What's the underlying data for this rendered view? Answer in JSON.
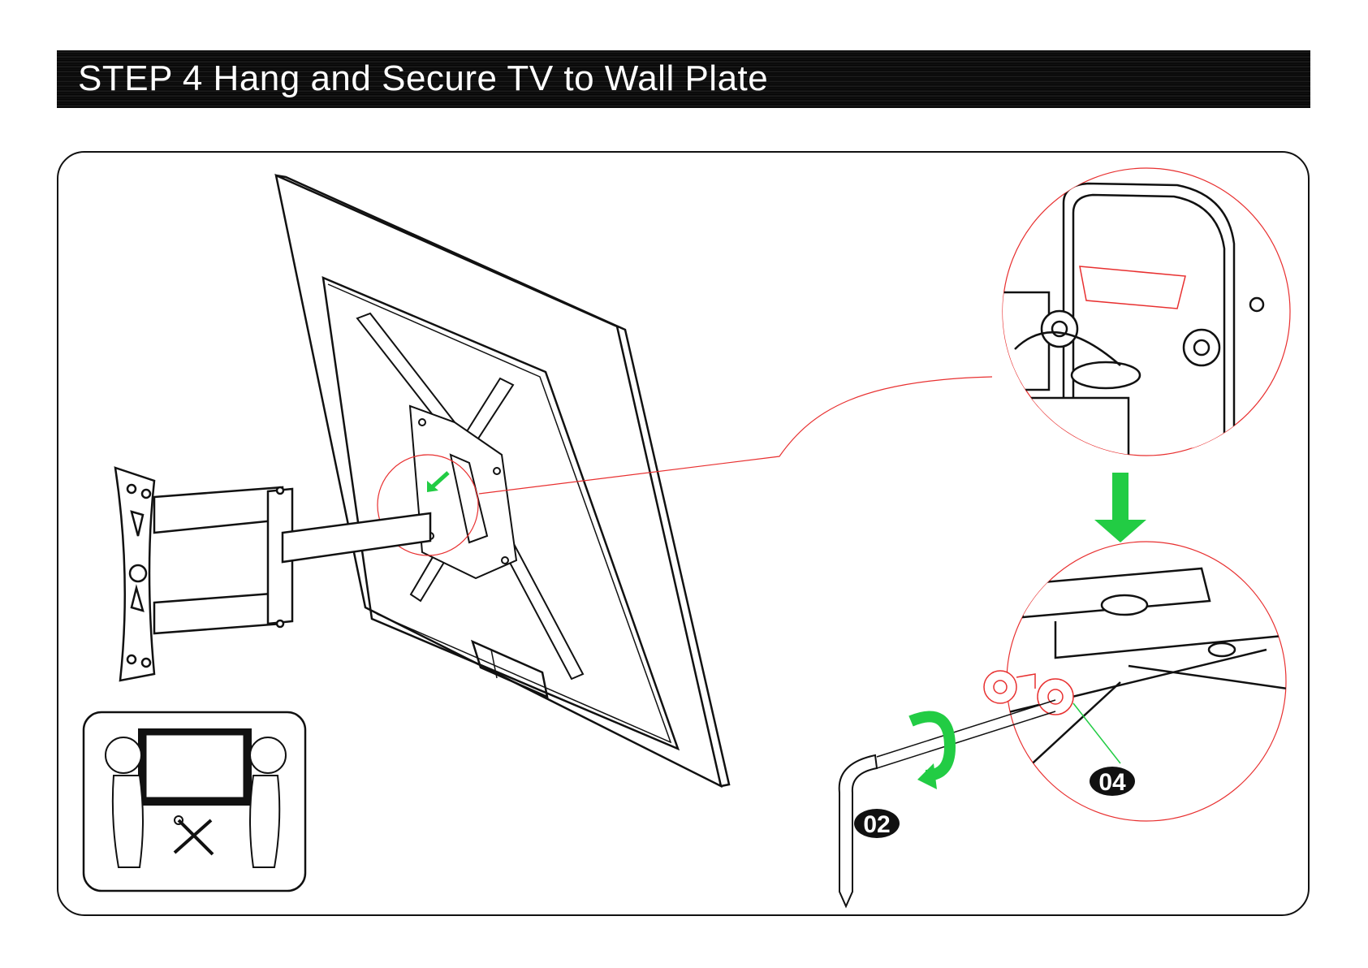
{
  "header": {
    "title": "STEP 4 Hang and Secure TV to Wall Plate"
  },
  "callouts": {
    "hex_key": "02",
    "screw": "04"
  },
  "colors": {
    "accent_green": "#22cc44",
    "detail_red": "#e83030",
    "line": "#111111",
    "header_bg": "#000000"
  }
}
